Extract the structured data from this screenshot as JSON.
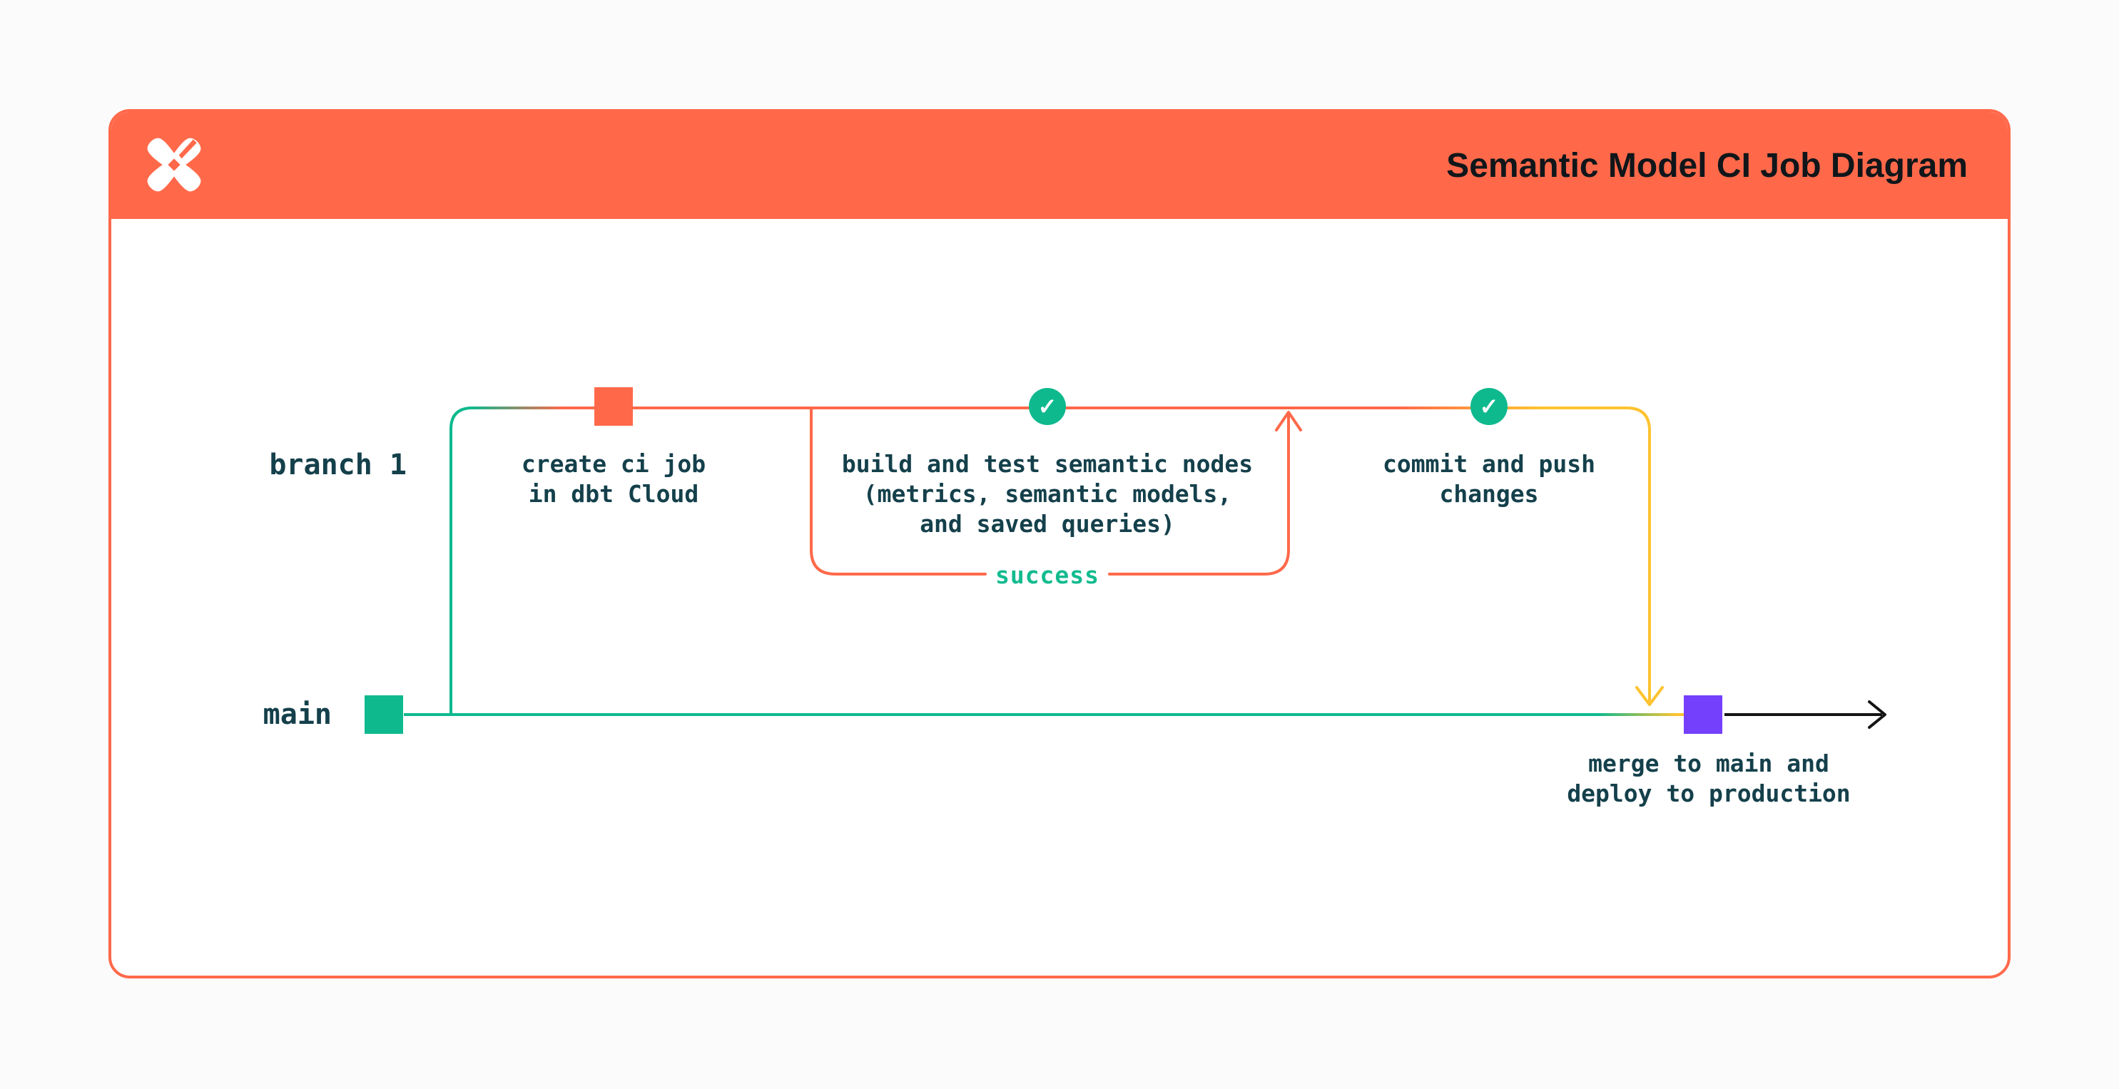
{
  "header": {
    "title": "Semantic Model CI Job Diagram",
    "background": "#ff694a",
    "logo": "dbt-logo"
  },
  "branches": {
    "branch1_label": "branch 1",
    "main_label": "main"
  },
  "steps": {
    "create_ci": "create ci job\nin dbt Cloud",
    "build_test": "build and test semantic nodes\n(metrics, semantic models,\nand saved queries)",
    "commit_push": "commit and push\nchanges",
    "merge_deploy": "merge to main and\ndeploy to production",
    "success_label": "success"
  },
  "icons": {
    "check": "✓"
  },
  "colors": {
    "orange": "#ff694a",
    "green": "#0eb98e",
    "yellow": "#fdc32f",
    "purple": "#7440fb",
    "text_dark_teal": "#14404b",
    "success_text": "#12bb8f",
    "arrow_black": "#141414"
  }
}
